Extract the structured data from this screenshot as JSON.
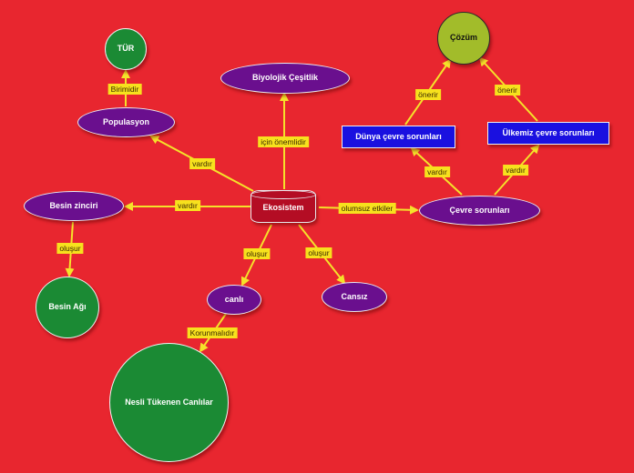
{
  "colors": {
    "background": "#e8262f",
    "connector": "#f5e22a",
    "label_bg": "#f7e11d",
    "purple_node": "#6a0f8e",
    "green_node": "#1b8a34",
    "olive_node": "#a2bc2a",
    "blue_node": "#1a10e0",
    "central_node": "#b40d24"
  },
  "nodes": {
    "tur": "TÜR",
    "cozum": "Çözüm",
    "biyolojik": "Biyolojik Çeşitlik",
    "populasyon": "Populasyon",
    "dunya": "Dünya çevre sorunları",
    "ulkemiz": "Ülkemiz çevre sorunları",
    "besin_zinciri": "Besin zinciri",
    "ekosistem": "Ekosistem",
    "cevre": "Çevre sorunları",
    "besin_agi": "Besin Ağı",
    "canli": "canlı",
    "cansiz": "Cansız",
    "nesli": "Nesli Tükenen Canlılar"
  },
  "links": {
    "birimidir": "Birimidir",
    "icin_onemlidir": "için önemlidir",
    "vardir_pop": "vardır",
    "vardir_besin": "vardır",
    "olumsuz": "olumsuz etkiler",
    "olusur_besin": "oluşur",
    "olusur_canli": "oluşur",
    "olusur_cansiz": "oluşur",
    "korunmalidir": "Korunmalıdır",
    "onerir_dunya": "önerir",
    "onerir_ulkemiz": "önerir",
    "vardir_dunya": "vardır",
    "vardir_ulkemiz": "vardır"
  }
}
